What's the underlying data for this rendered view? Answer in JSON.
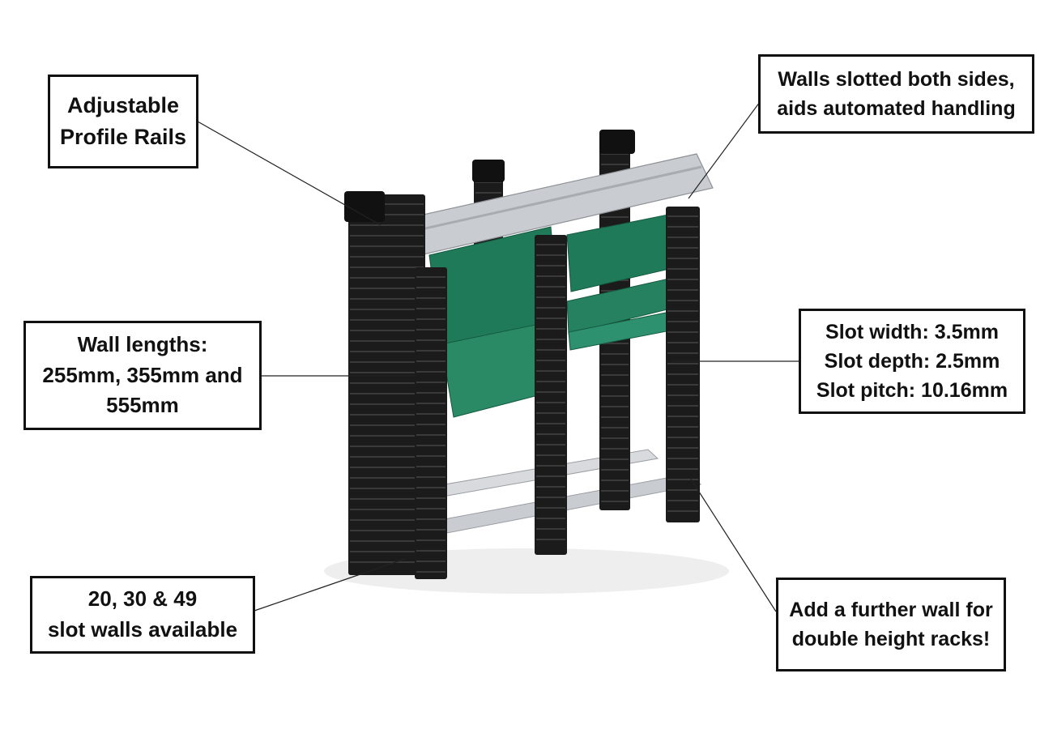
{
  "callouts": {
    "profile_rails": [
      "Adjustable",
      "Profile Rails"
    ],
    "walls_slotted": [
      "Walls slotted both sides,",
      "aids automated handling"
    ],
    "wall_lengths": [
      "Wall lengths:",
      "255mm, 355mm and",
      "555mm"
    ],
    "slot_specs": [
      "Slot width: 3.5mm",
      "Slot depth: 2.5mm",
      "Slot pitch: 10.16mm"
    ],
    "slot_walls": [
      "20, 30 & 49",
      "slot walls available"
    ],
    "further_wall": [
      "Add a further wall for",
      "double height racks!"
    ]
  },
  "colors": {
    "wall": "#1b1b1b",
    "rail": "#c9ccd0",
    "pcb": "#1f7a5a",
    "outline": "#111111"
  }
}
